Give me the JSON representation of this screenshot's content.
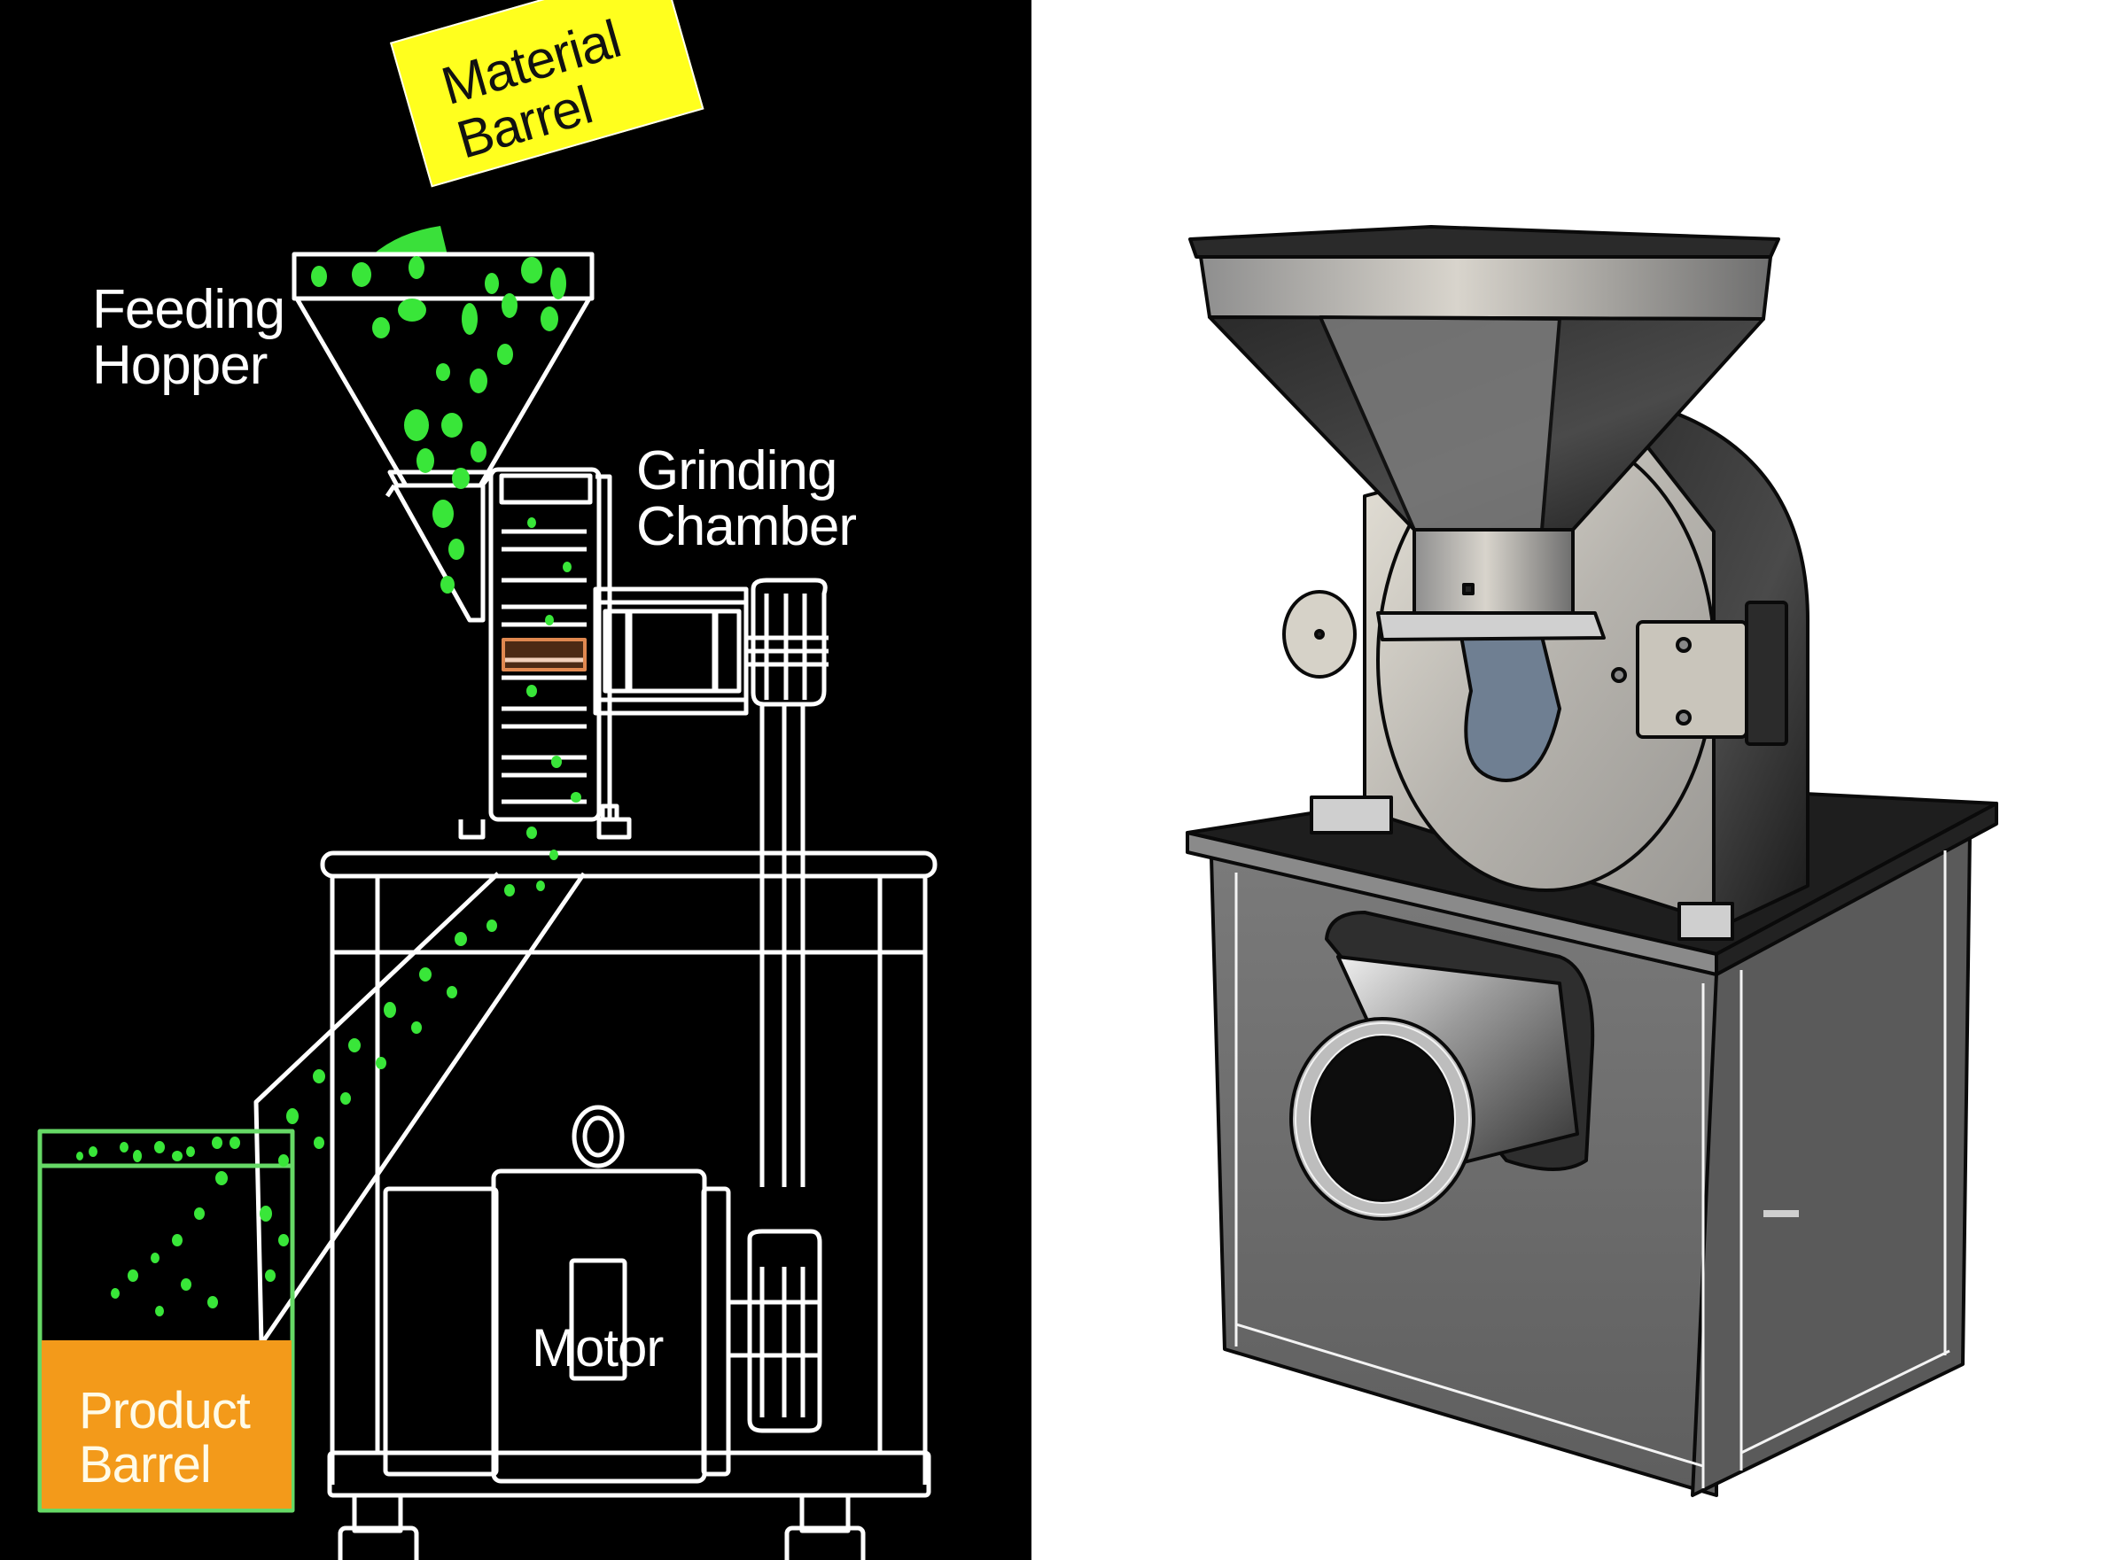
{
  "figure": {
    "description": "Working principle diagram of a universal grinding mill (left) alongside a stainless steel machine illustration (right)",
    "left_panel": {
      "background": "#000000",
      "line_color": "#ffffff",
      "particle_color": "#39e639",
      "labels": {
        "material_barrel": "Material\nBarrel",
        "feeding_hopper": "Feeding\nHopper",
        "grinding_chamber": "Grinding\nChamber",
        "motor": "Motor",
        "product_barrel": "Product\nBarrel"
      },
      "colors": {
        "material_barrel_tag": "#ffff1e",
        "product_barrel_fill": "#f39a1a",
        "product_barrel_outline": "#66d966",
        "rotor_highlight": "#d9773a"
      }
    },
    "right_panel": {
      "background": "#ffffff",
      "subject": "stainless steel grinding mill",
      "components": [
        "feed-hopper",
        "grinding-disc-housing",
        "adjustment-knob",
        "door-hinge",
        "cabinet-base",
        "discharge-outlet"
      ],
      "colors": {
        "steel_light": "#c9c6bf",
        "steel_mid": "#8a8a8a",
        "steel_dark": "#3a3a3a",
        "outline": "#0a0a0a"
      }
    }
  }
}
